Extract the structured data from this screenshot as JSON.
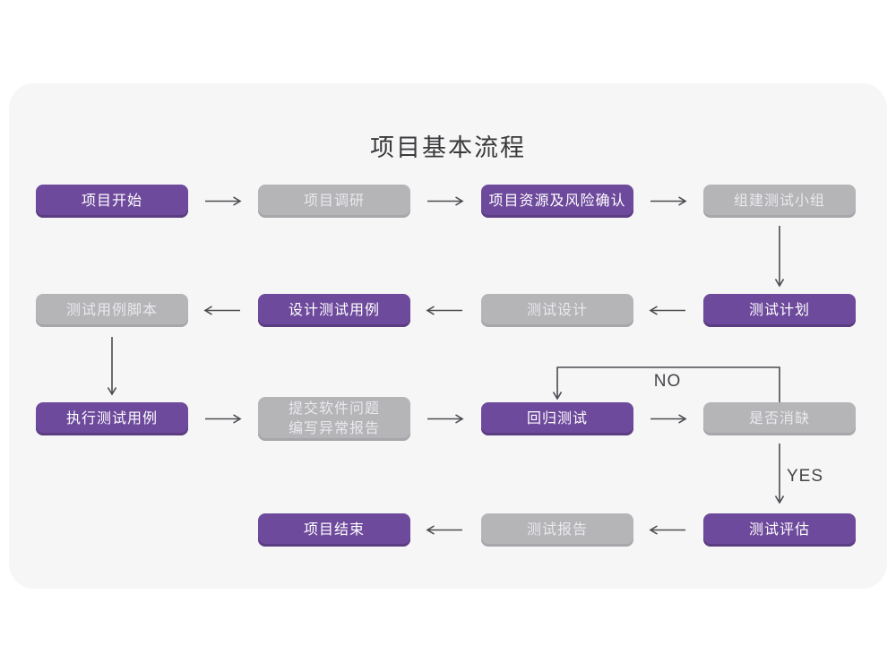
{
  "title": "项目基本流程",
  "edge_labels": {
    "no": "NO",
    "yes": "YES"
  },
  "colors": {
    "page_bg": "#FFFFFF",
    "card_bg": "#F6F6F7",
    "node_purple": "#6E4A9C",
    "node_purple_edge": "#5B3D82",
    "node_gray": "#B5B4B7",
    "node_gray_edge": "#A7A6AA",
    "node_text": "#FFFFFF",
    "node_text_gray": "#E9E8EC",
    "arrow": "#4C4C51",
    "title_text": "#3A3A3C",
    "edge_label_text": "#454549"
  },
  "nodes": [
    {
      "id": "project-start",
      "label": "项目开始",
      "variant": "purple"
    },
    {
      "id": "project-survey",
      "label": "项目调研",
      "variant": "gray"
    },
    {
      "id": "resource-risk-confirm",
      "label": "项目资源及风险确认",
      "variant": "purple"
    },
    {
      "id": "build-test-team",
      "label": "组建测试小组",
      "variant": "gray"
    },
    {
      "id": "test-case-script",
      "label": "测试用例脚本",
      "variant": "gray"
    },
    {
      "id": "design-test-case",
      "label": "设计测试用例",
      "variant": "purple"
    },
    {
      "id": "test-design",
      "label": "测试设计",
      "variant": "gray"
    },
    {
      "id": "test-plan",
      "label": "测试计划",
      "variant": "purple"
    },
    {
      "id": "execute-test-case",
      "label": "执行测试用例",
      "variant": "purple"
    },
    {
      "id": "submit-issue-report",
      "lines": [
        "提交软件问题",
        "编写异常报告"
      ],
      "variant": "gray"
    },
    {
      "id": "regression-test",
      "label": "回归测试",
      "variant": "purple"
    },
    {
      "id": "defect-resolved",
      "label": "是否消缺",
      "variant": "gray"
    },
    {
      "id": "project-end",
      "label": "项目结束",
      "variant": "purple"
    },
    {
      "id": "test-report",
      "label": "测试报告",
      "variant": "gray"
    },
    {
      "id": "test-evaluate",
      "label": "测试评估",
      "variant": "purple"
    }
  ]
}
